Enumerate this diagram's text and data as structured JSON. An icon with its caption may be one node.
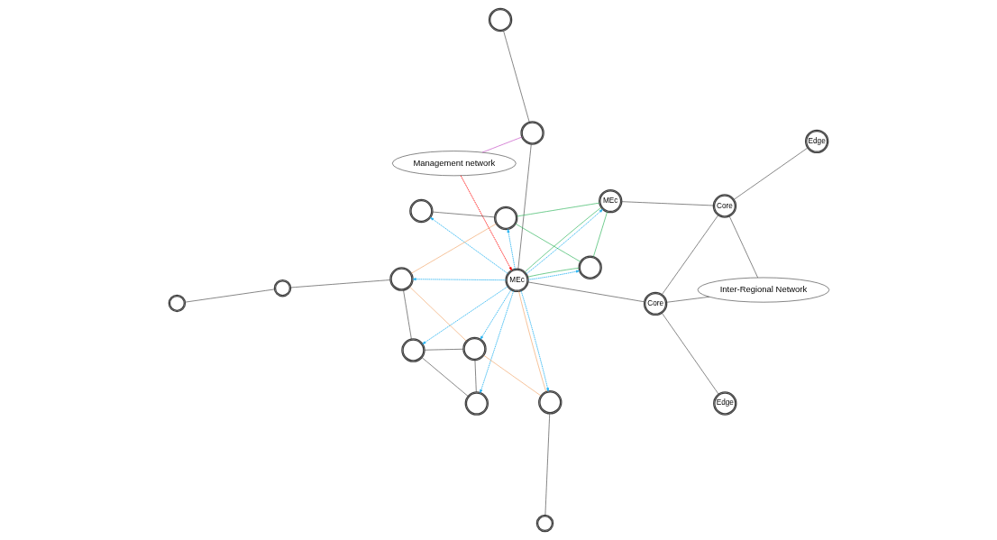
{
  "diagram": {
    "nodes": [
      {
        "text": [
          "Management network"
        ]
      },
      {
        "text": [
          "Inter-Regional Network"
        ]
      },
      {
        "text": [
          "Edge"
        ]
      },
      {
        "text": [
          "Core"
        ]
      },
      {
        "text": [
          "Core"
        ]
      },
      {
        "text": [
          "Edge"
        ]
      },
      {
        "text": [
          "MEc"
        ]
      },
      {
        "text": [
          "MEc"
        ]
      },
      {
        "text": [],
        "shape": "circle"
      },
      {
        "text": [],
        "shape": "circle"
      },
      {
        "text": [],
        "shape": "circle"
      },
      {
        "text": [],
        "shape": "circle"
      },
      {
        "text": [],
        "shape": "circle"
      },
      {
        "text": [],
        "shape": "circle"
      },
      {
        "text": [],
        "shape": "circle"
      },
      {
        "text": [],
        "shape": "circle"
      },
      {
        "text": [],
        "shape": "circle"
      },
      {
        "text": [],
        "shape": "circle"
      },
      {
        "text": [],
        "shape": "circle"
      },
      {
        "text": [],
        "shape": "circle"
      },
      {
        "text": [],
        "shape": "circle"
      }
    ],
    "edges": [
      {
        "from": 8,
        "to": 9,
        "arrow": "none"
      },
      {
        "from": 9,
        "to": 6,
        "arrow": "none",
        "color": "#f0a060"
      },
      {
        "from": 9,
        "to": 10,
        "arrow": "none",
        "color": "#f0a060"
      },
      {
        "from": 10,
        "to": 11,
        "arrow": "none"
      },
      {
        "from": 10,
        "to": 12,
        "arrow": "none"
      },
      {
        "from": 11,
        "to": 12,
        "arrow": "none"
      },
      {
        "from": 10,
        "to": 16,
        "arrow": "none",
        "color": "#f0a060"
      },
      {
        "from": 12,
        "to": 16,
        "arrow": "none"
      },
      {
        "from": 16,
        "to": 17,
        "arrow": "none"
      },
      {
        "from": 17,
        "to": 18,
        "arrow": "none"
      },
      {
        "from": 16,
        "to": 19,
        "arrow": "none",
        "color": "#f0a060"
      },
      {
        "from": 19,
        "to": 20,
        "arrow": "none"
      },
      {
        "from": 15,
        "to": 19,
        "arrow": "none",
        "color": "#20b050"
      },
      {
        "from": 15,
        "to": 7,
        "arrow": "none",
        "color": "#20b050"
      },
      {
        "from": 6,
        "to": 15,
        "arrow": "none",
        "color": "#20b050"
      },
      {
        "from": 6,
        "to": 7,
        "arrow": "none",
        "color": "#20b050"
      },
      {
        "from": 7,
        "to": 19,
        "arrow": "none",
        "color": "#20b050"
      },
      {
        "from": 6,
        "to": 13,
        "arrow": "none"
      },
      {
        "from": 6,
        "to": 3,
        "arrow": "none"
      },
      {
        "from": 2,
        "to": 3,
        "arrow": "none"
      },
      {
        "from": 1,
        "to": 3,
        "arrow": "none"
      },
      {
        "from": 3,
        "to": 4,
        "arrow": "none"
      },
      {
        "from": 1,
        "to": 4,
        "arrow": "none"
      },
      {
        "from": 4,
        "to": 5,
        "arrow": "none"
      },
      {
        "from": 4,
        "to": 7,
        "arrow": "none"
      },
      {
        "from": 13,
        "to": 14,
        "arrow": "none"
      },
      {
        "from": 0,
        "to": 13,
        "arrow": "none",
        "color": "#c040c0"
      },
      {
        "from": 0,
        "to": 6,
        "arrow": "to",
        "style": "dashed",
        "color": "#ff0000"
      },
      {
        "from": 6,
        "to": 9,
        "arrow": "to",
        "style": "dashed",
        "color": "#20b0f0"
      },
      {
        "from": 6,
        "to": 10,
        "arrow": "to",
        "style": "dashed",
        "color": "#20b0f0"
      },
      {
        "from": 6,
        "to": 11,
        "arrow": "to",
        "style": "dashed",
        "color": "#20b0f0"
      },
      {
        "from": 6,
        "to": 12,
        "arrow": "to",
        "style": "dashed",
        "color": "#20b0f0"
      },
      {
        "from": 6,
        "to": 16,
        "arrow": "to",
        "style": "dashed",
        "color": "#20b0f0"
      },
      {
        "from": 6,
        "to": 15,
        "arrow": "to",
        "style": "dashed",
        "color": "#20b0f0"
      },
      {
        "from": 6,
        "to": 19,
        "arrow": "to",
        "style": "dashed",
        "color": "#20b0f0"
      },
      {
        "from": 6,
        "to": 20,
        "arrow": "to",
        "style": "dashed",
        "color": "#20b0f0"
      },
      {
        "from": 6,
        "to": 7,
        "arrow": "to",
        "style": "dashed",
        "color": "#20b0f0"
      }
    ]
  }
}
